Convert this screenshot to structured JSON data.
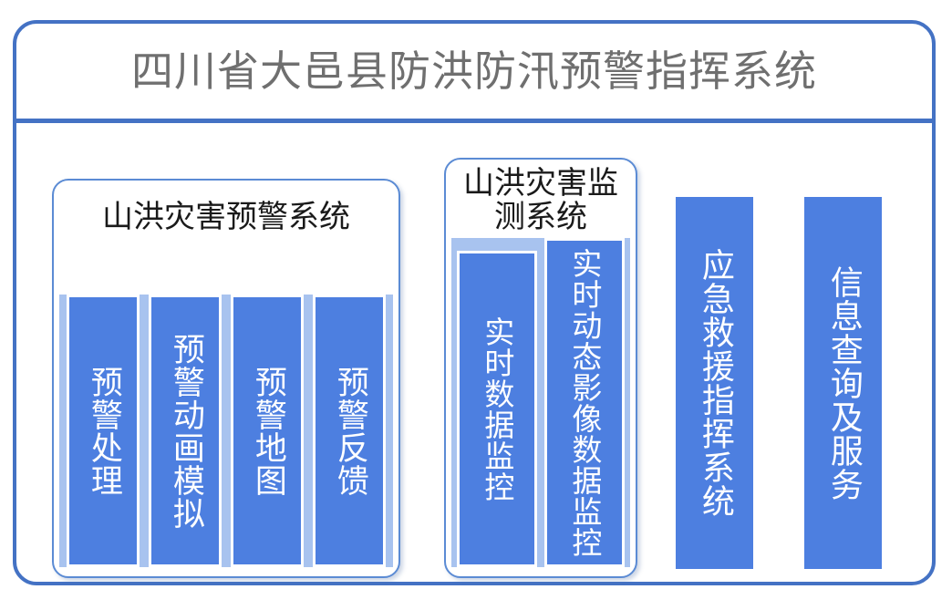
{
  "header": {
    "title": "四川省大邑县防洪防汛预警指挥系统",
    "title_color": "#6f6f6f",
    "divider_color": "#4472c4"
  },
  "theme": {
    "frame_border": "#4472c4",
    "panel_border": "#5b8bd4",
    "card_fill": "#4d7fe0",
    "inner_fill": "#a8c3ef",
    "card_text": "#ffffff",
    "group_title_text": "#1a1a1a",
    "page_background": "#ffffff"
  },
  "groups": [
    {
      "id": "warning-system",
      "title": "山洪灾害预警系统",
      "cards": [
        {
          "label": "预警处理"
        },
        {
          "label": "预警动画模拟"
        },
        {
          "label": "预警地图"
        },
        {
          "label": "预警反馈"
        }
      ]
    },
    {
      "id": "monitor-system",
      "title": "山洪灾害监测系统",
      "cards": [
        {
          "label": "实时数据监控"
        },
        {
          "label": "实时动态影像数据监控"
        }
      ]
    }
  ],
  "panels": [
    {
      "id": "emergency-command",
      "label": "应急救援指挥系统"
    },
    {
      "id": "info-query-service",
      "label": "信息查询及服务"
    }
  ]
}
